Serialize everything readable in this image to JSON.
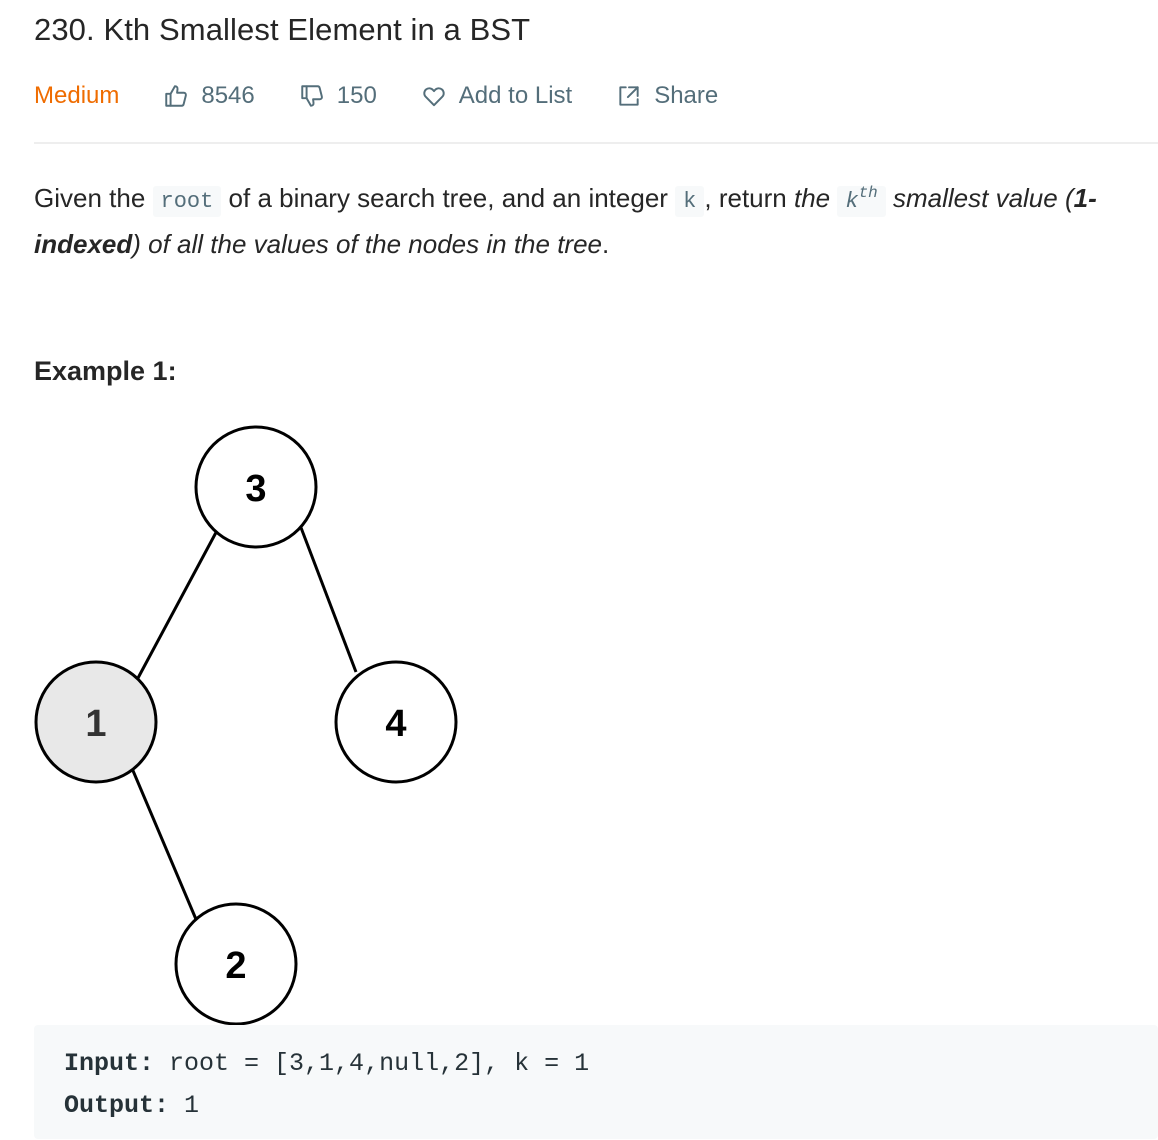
{
  "problem": {
    "title": "230. Kth Smallest Element in a BST",
    "difficulty": "Medium",
    "likes": "8546",
    "dislikes": "150",
    "add_to_list_label": "Add to List",
    "share_label": "Share"
  },
  "description": {
    "t1": "Given the ",
    "code_root": "root",
    "t2": " of a binary search tree, and an integer ",
    "code_k": "k",
    "t3": ", return ",
    "em_the": "the",
    "code_k2": "k",
    "sup_th": "th",
    "em_smallest_value": " smallest value (",
    "bold_indexed": "1-indexed",
    "em_rest": ") of all the values of the nodes in the tree",
    "period": "."
  },
  "example": {
    "title": "Example 1:",
    "tree_nodes": [
      "3",
      "1",
      "4",
      "2"
    ],
    "input_label": "Input:",
    "input_value": "root = [3,1,4,null,2], k = 1",
    "output_label": "Output:",
    "output_value": "1"
  },
  "colors": {
    "difficulty": "#ef6c00",
    "meta_text": "#546e7a",
    "highlighted_node_fill": "#e8e8e8"
  }
}
